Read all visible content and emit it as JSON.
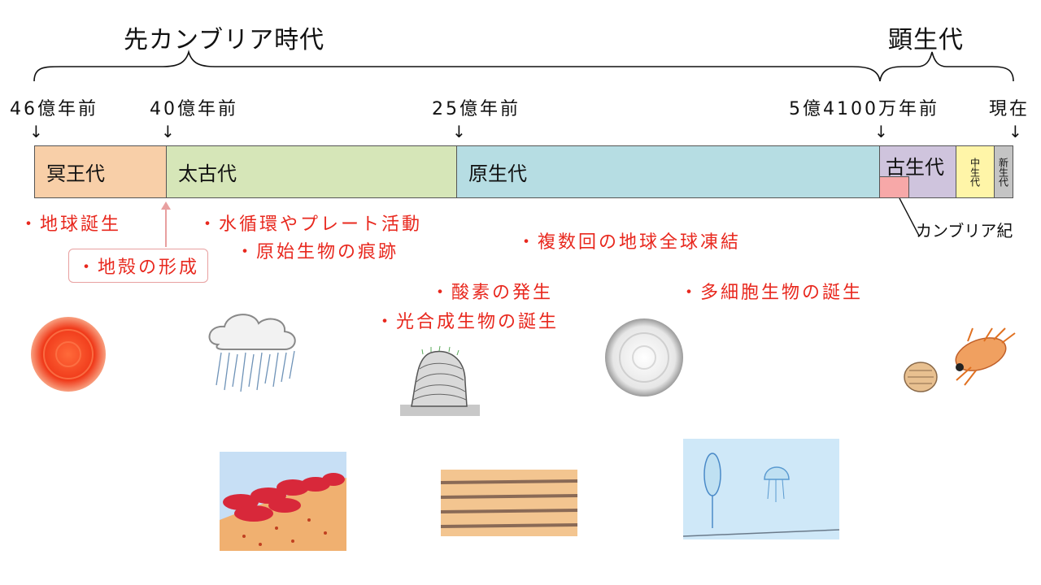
{
  "eras": {
    "precambrian": "先カンブリア時代",
    "phanerozoic": "顕生代"
  },
  "times": {
    "t46": "46億年前",
    "t40": "40億年前",
    "t25": "25億年前",
    "t541": "5億4100万年前",
    "now": "現在"
  },
  "arrow_glyph": "↓",
  "eons": {
    "hadean": "冥王代",
    "archean": "太古代",
    "proterozoic": "原生代",
    "paleozoic": "古生代",
    "mesozoic": "中生代",
    "cenozoic": "新生代"
  },
  "cambrian_label": "カンブリア紀",
  "events": {
    "earth_birth": "・地球誕生",
    "crust_formation": "・地殻の形成",
    "water_plate": "・水循環やプレート活動",
    "primitive_life": "・原始生物の痕跡",
    "oxygen": "・酸素の発生",
    "photosynthesis": "・光合成生物の誕生",
    "snowball": "・複数回の地球全球凍結",
    "multicellular": "・多細胞生物の誕生"
  },
  "colors": {
    "hadean": "#f8cfa8",
    "archean": "#d6e6b8",
    "proterozoic": "#b6dde3",
    "paleozoic": "#cfc4dd",
    "mesozoic": "#fff5a8",
    "cenozoic": "#c4c4c4",
    "cambrian": "#f7a8a8",
    "event_red": "#e8281e"
  },
  "icons": [
    "red-planet-icon",
    "rain-cloud-icon",
    "stromatolite-icon",
    "snowball-earth-icon",
    "cambrian-creatures-icon",
    "magma-landscape-icon",
    "banded-iron-icon",
    "ediacaran-sea-icon"
  ]
}
